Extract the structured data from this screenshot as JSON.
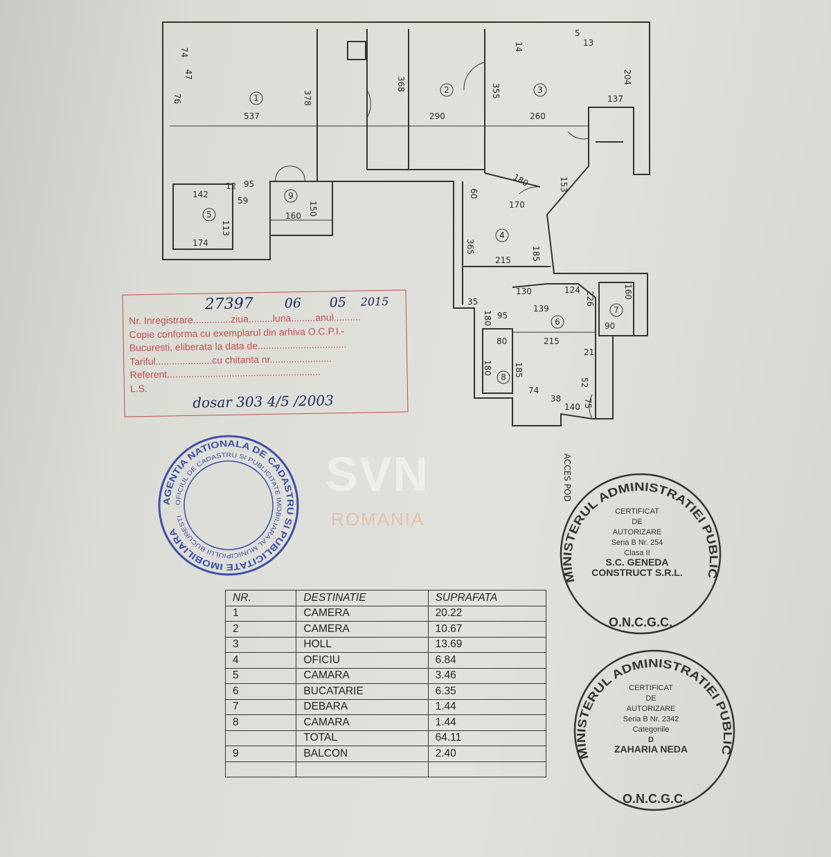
{
  "plan": {
    "rooms": [
      "1",
      "2",
      "3",
      "4",
      "5",
      "6",
      "7",
      "8",
      "9"
    ],
    "dims": [
      "74",
      "47",
      "76",
      "537",
      "378",
      "368",
      "290",
      "355",
      "260",
      "14",
      "5",
      "13",
      "204",
      "137",
      "180",
      "170",
      "153",
      "60",
      "142",
      "95",
      "12",
      "59",
      "150",
      "160",
      "113",
      "174",
      "365",
      "215",
      "185",
      "130",
      "124",
      "226",
      "160",
      "139",
      "90",
      "35",
      "180",
      "95",
      "215",
      "80",
      "180",
      "185",
      "21",
      "52",
      "75",
      "140",
      "38",
      "74"
    ],
    "access_label": "ACCES POD"
  },
  "red_stamp": {
    "lines": [
      "Nr. Inregistrare..............ziua.........luna.........anul..........",
      "Copie conforma cu exemplarul din arhiva O.C.P.I.-",
      "Bucuresti, eliberata la data de.................................",
      "Tariful.....................cu chitanta nr.......................",
      "Referent.........................................................",
      "L.S."
    ],
    "handwritten": {
      "nr": "27397",
      "ziua": "06",
      "luna": "05",
      "anul": "2015",
      "dosar": "dosar  303 4/5 /2003"
    }
  },
  "blue_stamp": {
    "outer": "AGENTIA NATIONALA DE CADASTRU SI PUBLICITATE IMOBILIARA",
    "inner": "OFICIUL DE CADASTRU SI PUBLICITATE IMOBILIARA AL MUNICIPIULUI BUCURESTI",
    "color": "#3a4fa8"
  },
  "watermark": {
    "brand": "SVN",
    "sub": "ROMANIA"
  },
  "stamps": [
    {
      "ring": "MINISTERUL ADMINISTRATIEI PUBLICE",
      "bottom": "O.N.C.G.C.",
      "lines": [
        "CERTIFICAT",
        "DE",
        "AUTORIZARE",
        "Seria B  Nr. 254",
        "Clasa II",
        "S.C. GENEDA",
        "CONSTRUCT S.R.L."
      ]
    },
    {
      "ring": "MINISTERUL ADMINISTRATIEI PUBLICE",
      "bottom": "O.N.C.G.C.",
      "lines": [
        "CERTIFICAT",
        "DE",
        "AUTORIZARE",
        "Seria B  Nr. 2342",
        "Categoriile",
        "D",
        "ZAHARIA NEDA"
      ]
    }
  ],
  "table": {
    "headers": [
      "NR.",
      "DESTINATIE",
      "SUPRAFATA"
    ],
    "rows": [
      [
        "1",
        "CAMERA",
        "20.22"
      ],
      [
        "2",
        "CAMERA",
        "10.67"
      ],
      [
        "3",
        "HOLL",
        "13.69"
      ],
      [
        "4",
        "OFICIU",
        "6.84"
      ],
      [
        "5",
        "CAMARA",
        "3.46"
      ],
      [
        "6",
        "BUCATARIE",
        "6.35"
      ],
      [
        "7",
        "DEBARA",
        "1.44"
      ],
      [
        "8",
        "CAMARA",
        "1.44"
      ],
      [
        "",
        "TOTAL",
        "64.11"
      ],
      [
        "9",
        "BALCON",
        "2.40"
      ],
      [
        "",
        "",
        ""
      ]
    ]
  }
}
